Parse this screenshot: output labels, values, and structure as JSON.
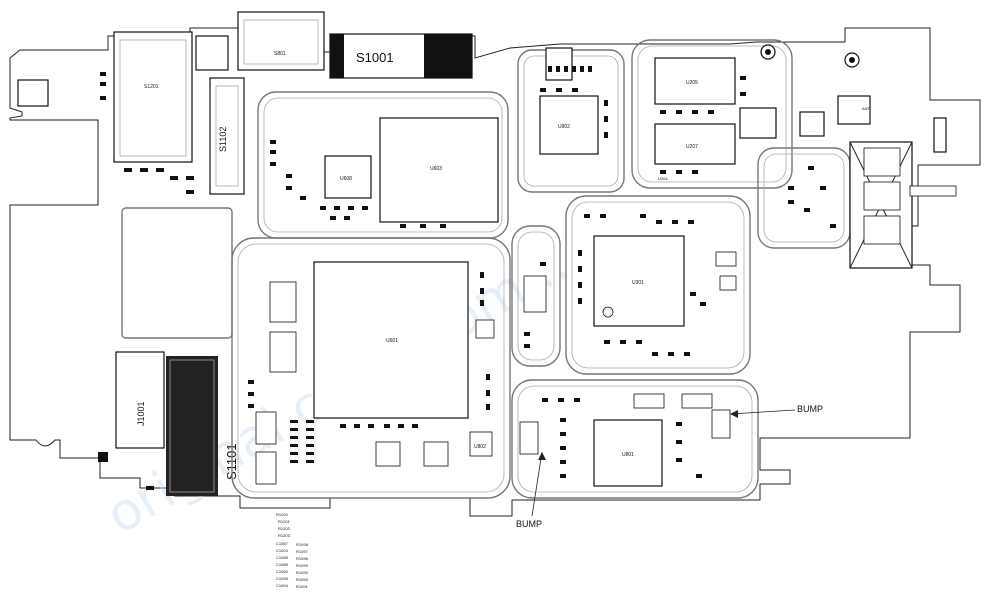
{
  "board": {
    "connectors": {
      "s1001": "S1001",
      "s801": "S801",
      "s1201": "S1201",
      "s1102": "S1102",
      "j1001": "J1001",
      "s1101": "S1101"
    },
    "chips": {
      "u603": "U603",
      "u608": "U608",
      "u902": "U902",
      "u301": "U301",
      "u802": "U802",
      "u801": "U801",
      "u601": "U601",
      "u205": "U205",
      "u207": "U207",
      "u204": "U204",
      "ant": "ANT"
    },
    "annotations": {
      "bump_right": "BUMP",
      "bump_bottom": "BUMP"
    },
    "ref_list": [
      "R1200",
      "R1201",
      "R1202",
      "R1203",
      "C1087",
      "C1004",
      "C1088",
      "C1089",
      "C1090",
      "C1095",
      "C1094"
    ],
    "ref_list_right": [
      "R1098",
      "R1097",
      "R1096",
      "R1099",
      "R1092",
      "R1093",
      "R1091"
    ],
    "watermark": "original copy from...",
    "colors": {
      "trace": "#111111",
      "shield": "#777777",
      "watermark": "#c9dcee"
    }
  }
}
